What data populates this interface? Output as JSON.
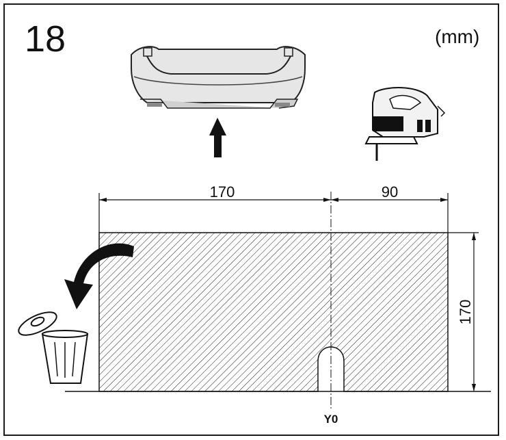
{
  "step": {
    "number": "18"
  },
  "units": {
    "label": "(mm)"
  },
  "dimensions": {
    "top_left": "170",
    "top_right": "90",
    "right_height": "170"
  },
  "reference": {
    "label": "Y0"
  },
  "icons": {
    "bumper": "rear-bumper-icon",
    "arrow_up": "arrow-up-icon",
    "jigsaw": "jigsaw-icon",
    "discard_arrow": "curved-arrow-icon",
    "trash": "trash-can-icon"
  },
  "colors": {
    "line": "#111111",
    "bumper_fill": "#e6e6e6"
  }
}
